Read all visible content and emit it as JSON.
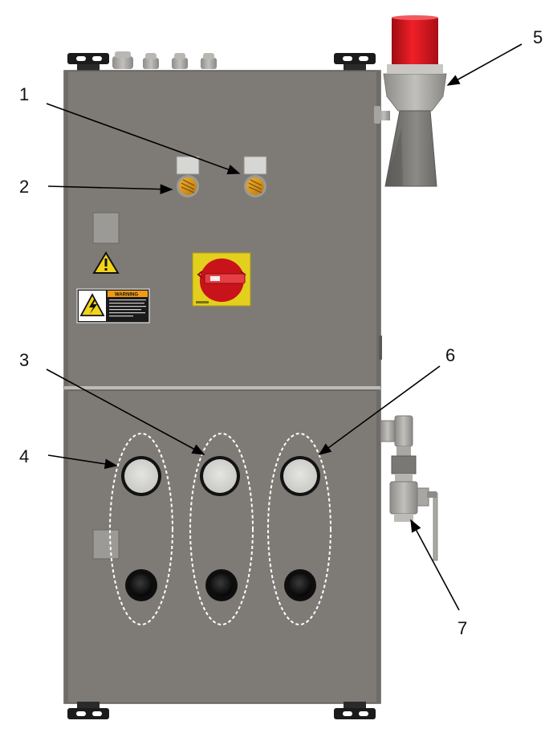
{
  "callouts": [
    {
      "id": "1",
      "label": "1"
    },
    {
      "id": "2",
      "label": "2"
    },
    {
      "id": "3",
      "label": "3"
    },
    {
      "id": "4",
      "label": "4"
    },
    {
      "id": "5",
      "label": "5"
    },
    {
      "id": "6",
      "label": "6"
    },
    {
      "id": "7",
      "label": "7"
    }
  ],
  "colors": {
    "panel": "#7e7b77",
    "panel_shade": "#6f6c68",
    "beacon_red": "#d8141c",
    "switch_yellow": "#e8d21a",
    "switch_red": "#c8131a",
    "leader": "#000000",
    "highlight_ellipse": "#ffffff"
  },
  "warning_label": {
    "header": "WARNING",
    "icon": "high-voltage-icon"
  },
  "icons": [
    "warning-triangle-icon",
    "high-voltage-icon",
    "beacon-icon",
    "rotary-switch-icon",
    "ball-valve-icon"
  ]
}
